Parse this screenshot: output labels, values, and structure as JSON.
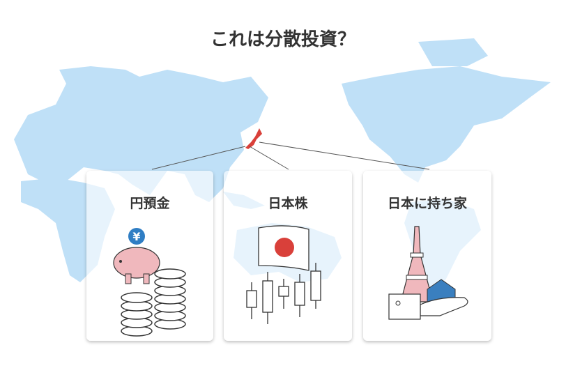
{
  "title": "これは分散投資？",
  "cards": [
    {
      "label": "円預金",
      "icon": "piggy-bank-icon"
    },
    {
      "label": "日本株",
      "icon": "japan-flag-candlestick-icon"
    },
    {
      "label": "日本に持ち家",
      "icon": "tokyo-tower-house-icon"
    }
  ],
  "coin_symbol": "¥",
  "colors": {
    "map": "#bfe0f7",
    "japan": "#d9403a",
    "pig": "#f0b8bd",
    "coin": "#2f7ec4",
    "house": "#3a7fbf",
    "text": "#333333"
  }
}
